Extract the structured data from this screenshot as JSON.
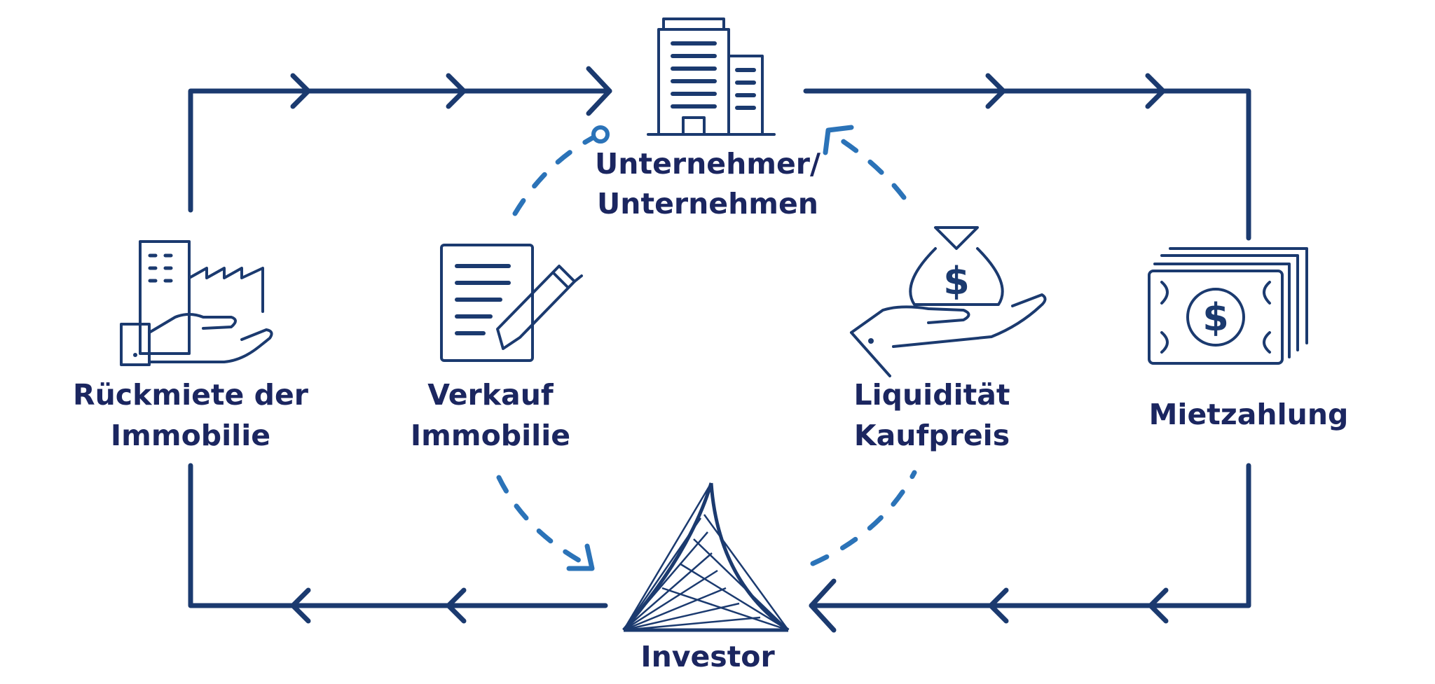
{
  "nodes": {
    "company": {
      "line1": "Unternehmer/",
      "line2": "Unternehmen",
      "icon": "office-building-icon"
    },
    "investor": {
      "line1": "Investor",
      "icon": "investor-logo-icon"
    },
    "leaseback": {
      "line1": "Rückmiete der",
      "line2": "Immobilie",
      "icon": "factory-hand-icon"
    },
    "sale": {
      "line1": "Verkauf",
      "line2": "Immobilie",
      "icon": "contract-pen-icon"
    },
    "liquidity": {
      "line1": "Liquidität",
      "line2": "Kaufpreis",
      "icon": "money-bag-hand-icon"
    },
    "rent": {
      "line1": "Mietzahlung",
      "icon": "banknote-stack-icon"
    }
  },
  "colors": {
    "navy": "#1b3a6f",
    "label": "#1b2660",
    "dashed_blue": "#2b73b8"
  }
}
